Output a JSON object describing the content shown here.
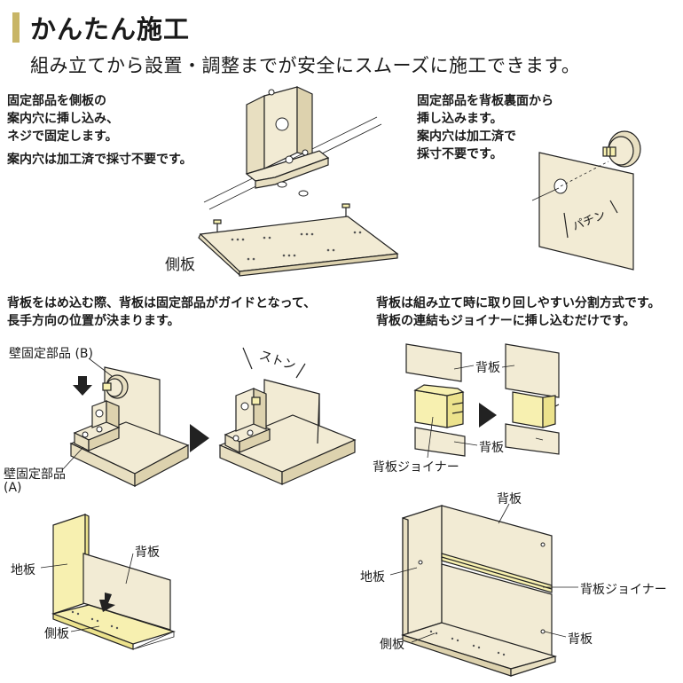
{
  "header": {
    "title": "かんたん施工",
    "subtitle": "組み立てから設置・調整までが安全にスムーズに施工できます。",
    "accent_color": "#c8b566"
  },
  "panel1": {
    "note_lines": [
      "固定部品を側板の",
      "案内穴に挿し込み、",
      "ネジで固定します。"
    ],
    "note_extra": "案内穴は加工済で採寸不要です。",
    "side_board_label": "側板"
  },
  "panel2": {
    "note_lines": [
      "固定部品を背板裏面から",
      "挿し込みます。",
      "案内穴は加工済で",
      "採寸不要です。"
    ],
    "sound_label": "パチン"
  },
  "panel3": {
    "note_lines": [
      "背板をはめ込む際、背板は固定部品がガイドとなって、",
      "長手方向の位置が決まります。"
    ],
    "part_b_label": "壁固定部品 (B)",
    "part_a_label_1": "壁固定部品",
    "part_a_label_2": "(A)",
    "sound_label": "ストン"
  },
  "panel4": {
    "note_lines": [
      "背板は組み立て時に取り回しやすい分割方式です。",
      "背板の連結もジョイナーに挿し込むだけです。"
    ],
    "back_board_label_top": "背板",
    "back_board_label_bottom": "背板",
    "joiner_label": "背板ジョイナー"
  },
  "panel5": {
    "floor_board_label": "地板",
    "back_board_label": "背板",
    "side_board_label": "側板"
  },
  "panel6": {
    "back_board_label_top": "背板",
    "floor_board_label": "地板",
    "joiner_label": "背板ジョイナー",
    "back_board_label_bottom": "背板",
    "side_board_label": "側板"
  },
  "icons": {
    "arrow_right": "play-triangle-icon",
    "arrow_down": "down-arrow-icon"
  }
}
